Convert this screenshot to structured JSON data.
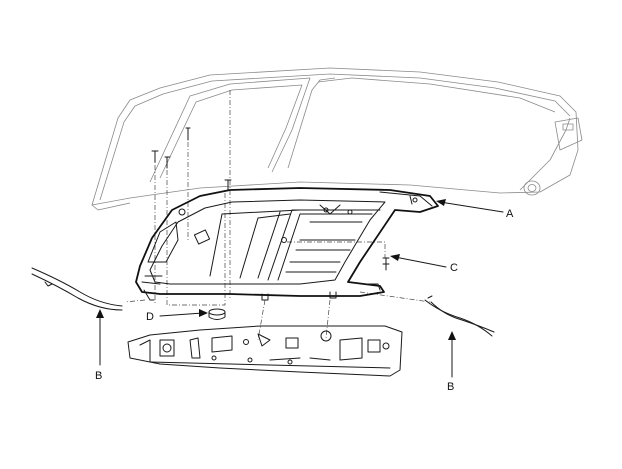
{
  "labels": {
    "a": "A",
    "b_left": "B",
    "b_right": "B",
    "c": "C",
    "d": "D"
  }
}
